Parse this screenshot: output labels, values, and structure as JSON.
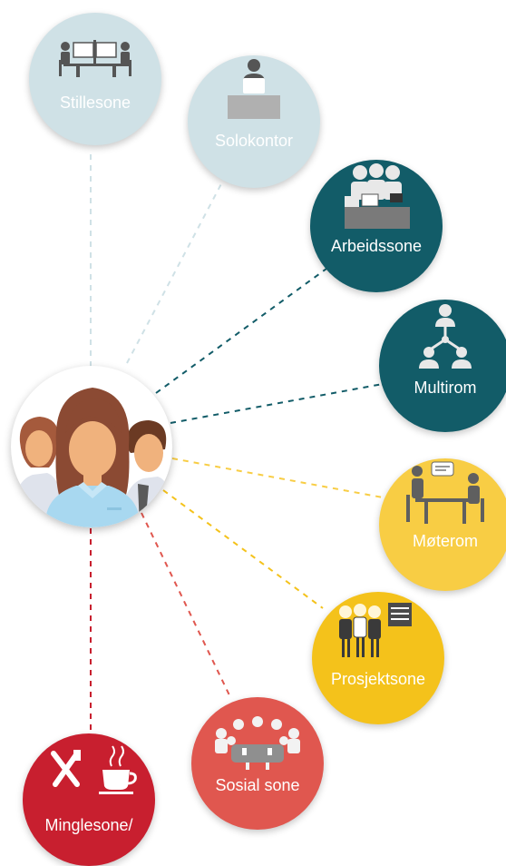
{
  "center": {
    "icon": "people-group-icon"
  },
  "zones": [
    {
      "id": "stillesone",
      "label": "Stillesone",
      "icon": "quiet-desks-icon",
      "color": "#cfe1e6"
    },
    {
      "id": "solokontor",
      "label": "Solokontor",
      "icon": "solo-office-icon",
      "color": "#cfe1e6"
    },
    {
      "id": "arbeidssone",
      "label": "Arbeidssone",
      "icon": "work-team-icon",
      "color": "#125c68"
    },
    {
      "id": "multirom",
      "label": "Multirom",
      "icon": "network-people-icon",
      "color": "#125c68"
    },
    {
      "id": "moterom",
      "label": "Møterom",
      "icon": "meeting-icon",
      "color": "#f8cd44"
    },
    {
      "id": "prosjektsone",
      "label": "Prosjektsone",
      "icon": "project-team-icon",
      "color": "#f4c21b"
    },
    {
      "id": "sosial",
      "label": "Sosial sone",
      "icon": "social-table-icon",
      "color": "#e0574f"
    },
    {
      "id": "minglesone",
      "label": "Minglesone/",
      "icon": "fork-knife-cup-icon",
      "color": "#c81f2f"
    }
  ]
}
